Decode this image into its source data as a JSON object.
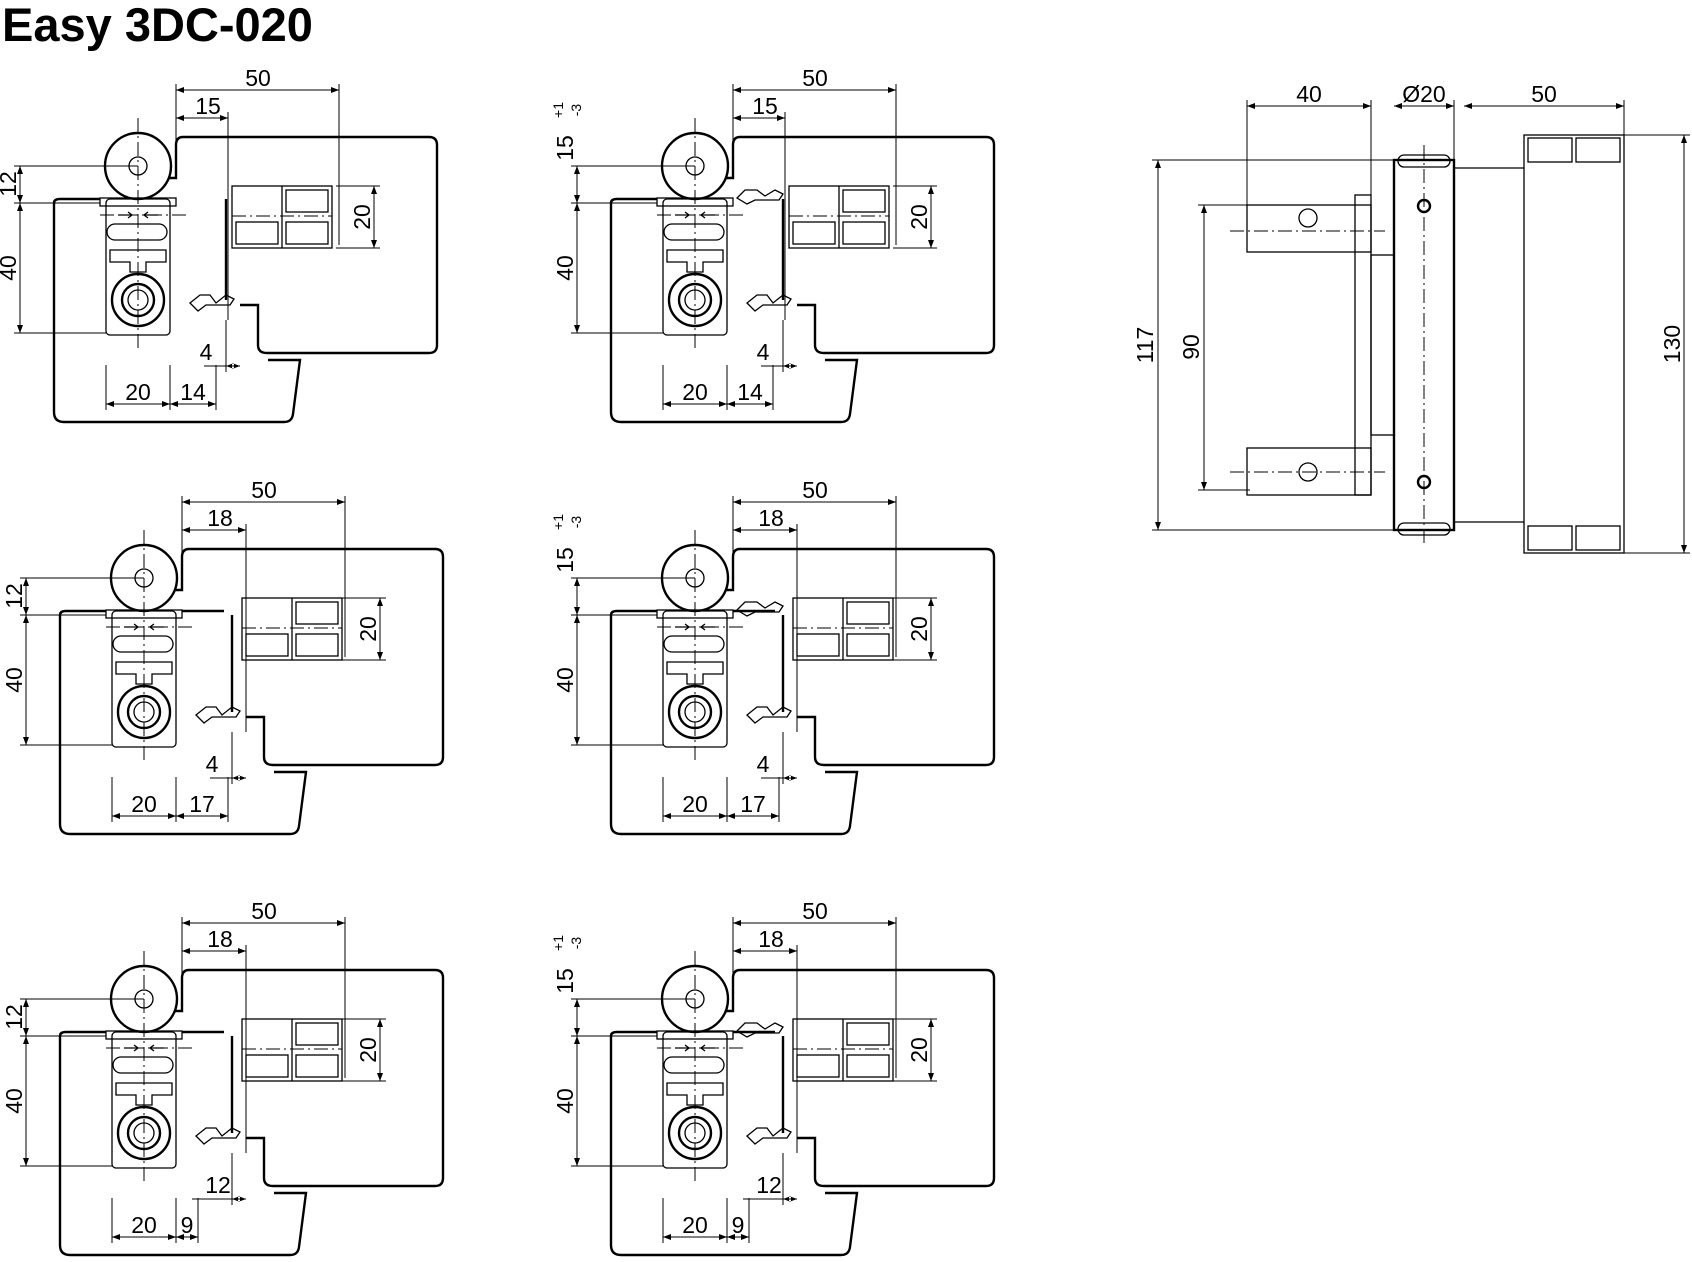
{
  "title": "Easy 3DC-020",
  "views": [
    {
      "labels": {
        "top": "50",
        "inner": "15",
        "left_upper": "12",
        "left_lower": "40",
        "right": "20",
        "bottom_small": "4",
        "bottom_left": "20",
        "bottom_right": "14"
      }
    },
    {
      "labels": {
        "top": "50",
        "inner": "15",
        "left_upper": "15",
        "tol_plus": "+1",
        "tol_minus": "-3",
        "left_lower": "40",
        "right": "20",
        "bottom_small": "4",
        "bottom_left": "20",
        "bottom_right": "14"
      }
    },
    {
      "labels": {
        "top": "50",
        "inner": "18",
        "left_upper": "12",
        "left_lower": "40",
        "right": "20",
        "bottom_small": "4",
        "bottom_left": "20",
        "bottom_right": "17"
      }
    },
    {
      "labels": {
        "top": "50",
        "inner": "18",
        "left_upper": "15",
        "tol_plus": "+1",
        "tol_minus": "-3",
        "left_lower": "40",
        "right": "20",
        "bottom_small": "4",
        "bottom_left": "20",
        "bottom_right": "17"
      }
    },
    {
      "labels": {
        "top": "50",
        "inner": "18",
        "left_upper": "12",
        "left_lower": "40",
        "right": "20",
        "bottom_small": "12",
        "bottom_left": "20",
        "bottom_right": "9"
      }
    },
    {
      "labels": {
        "top": "50",
        "inner": "18",
        "left_upper": "15",
        "tol_plus": "+1",
        "tol_minus": "-3",
        "left_lower": "40",
        "right": "20",
        "bottom_small": "12",
        "bottom_left": "20",
        "bottom_right": "9"
      }
    }
  ],
  "elevation": {
    "labels": {
      "width_left": "40",
      "diameter": "Ø20",
      "width_right": "50",
      "height_outer": "117",
      "height_inner": "90",
      "height_total": "130"
    }
  }
}
